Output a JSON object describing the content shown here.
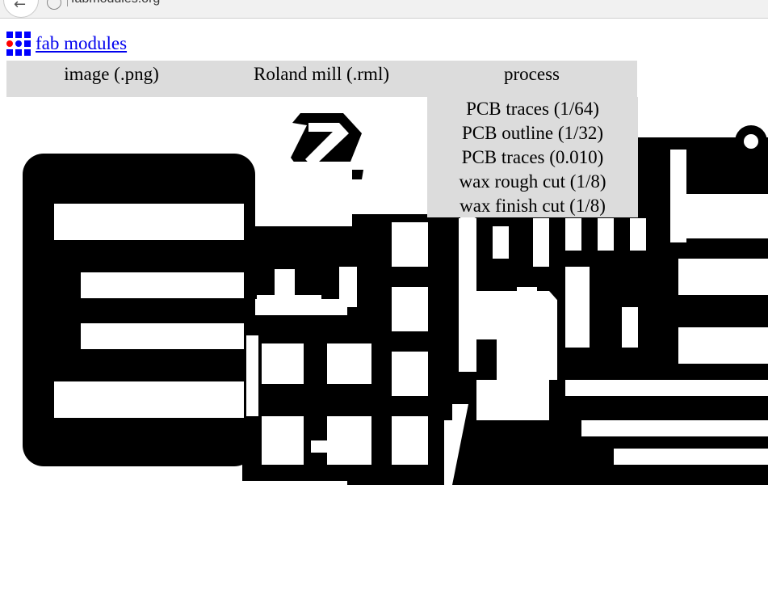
{
  "browser": {
    "url": "fabmodules.org",
    "back_icon": "back-arrow-icon",
    "info_icon": "info-icon"
  },
  "app": {
    "logo_icon": "fab-modules-logo",
    "title": "fab modules",
    "logo_colors": [
      "#0000ff",
      "#ff0000"
    ]
  },
  "menubar": {
    "background": "#dcdcdc",
    "items": [
      {
        "label": "image (.png)"
      },
      {
        "label": "Roland mill (.rml)"
      },
      {
        "label": "process"
      }
    ]
  },
  "process_menu": {
    "options": [
      {
        "label": "PCB traces (1/64)"
      },
      {
        "label": "PCB outline (1/32)"
      },
      {
        "label": "PCB traces (0.010)"
      },
      {
        "label": "wax rough cut (1/8)"
      },
      {
        "label": "wax finish cut (1/8)"
      }
    ]
  },
  "canvas": {
    "content": "pcb-trace-image",
    "colors": {
      "copper": "#000000",
      "background": "#ffffff"
    }
  }
}
